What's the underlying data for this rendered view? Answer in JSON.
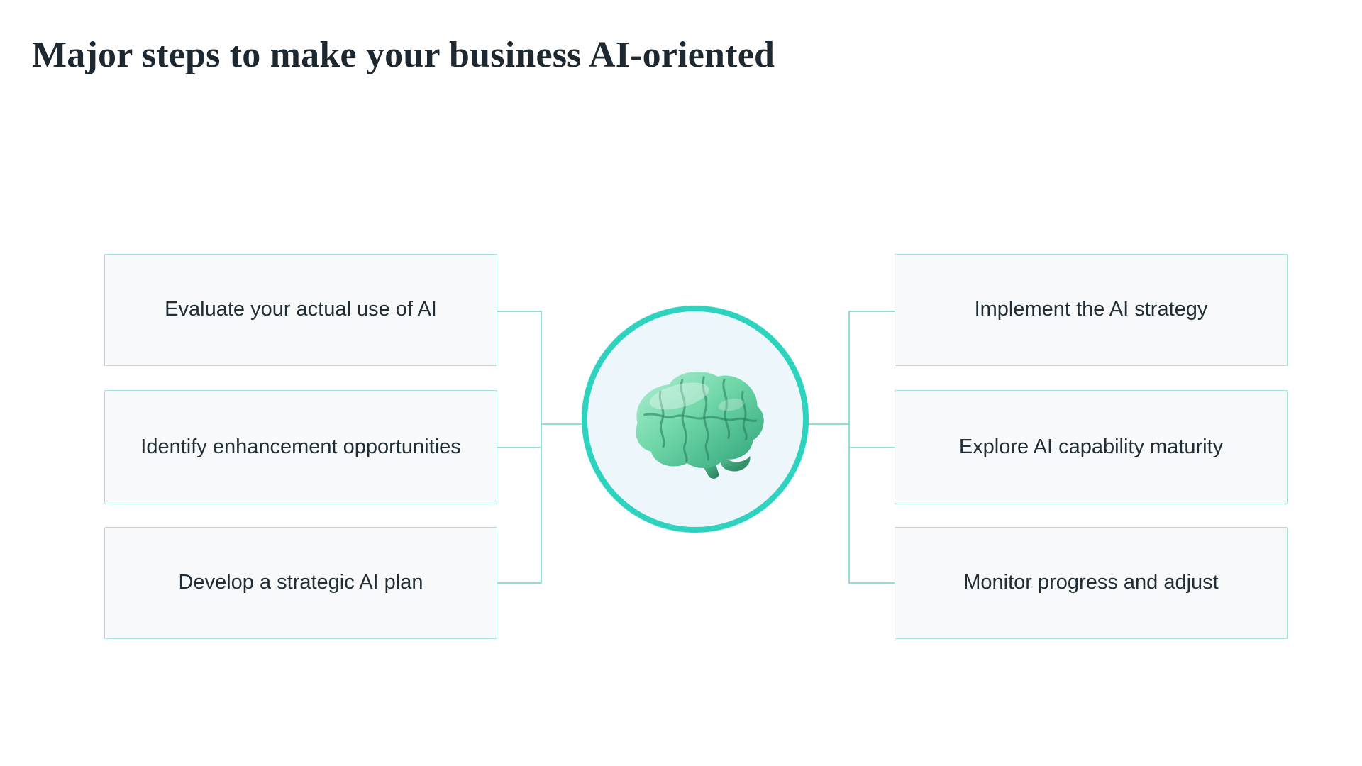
{
  "page": {
    "title": "Major steps to make your business AI-oriented"
  },
  "diagram": {
    "left": [
      {
        "label": "Evaluate your actual use of AI"
      },
      {
        "label": "Identify enhancement opportunities"
      },
      {
        "label": "Develop a strategic AI plan"
      }
    ],
    "right": [
      {
        "label": "Implement the AI strategy"
      },
      {
        "label": "Explore AI capability maturity"
      },
      {
        "label": "Monitor progress and adjust"
      }
    ],
    "center_icon": "brain-icon",
    "colors": {
      "accent": "#2ed3bf",
      "connector": "#93ddd5",
      "box_border": "#a3e1da",
      "box_bg": "#f7f9fa",
      "text": "#222e35",
      "circle_bg": "#edf6fb"
    }
  }
}
